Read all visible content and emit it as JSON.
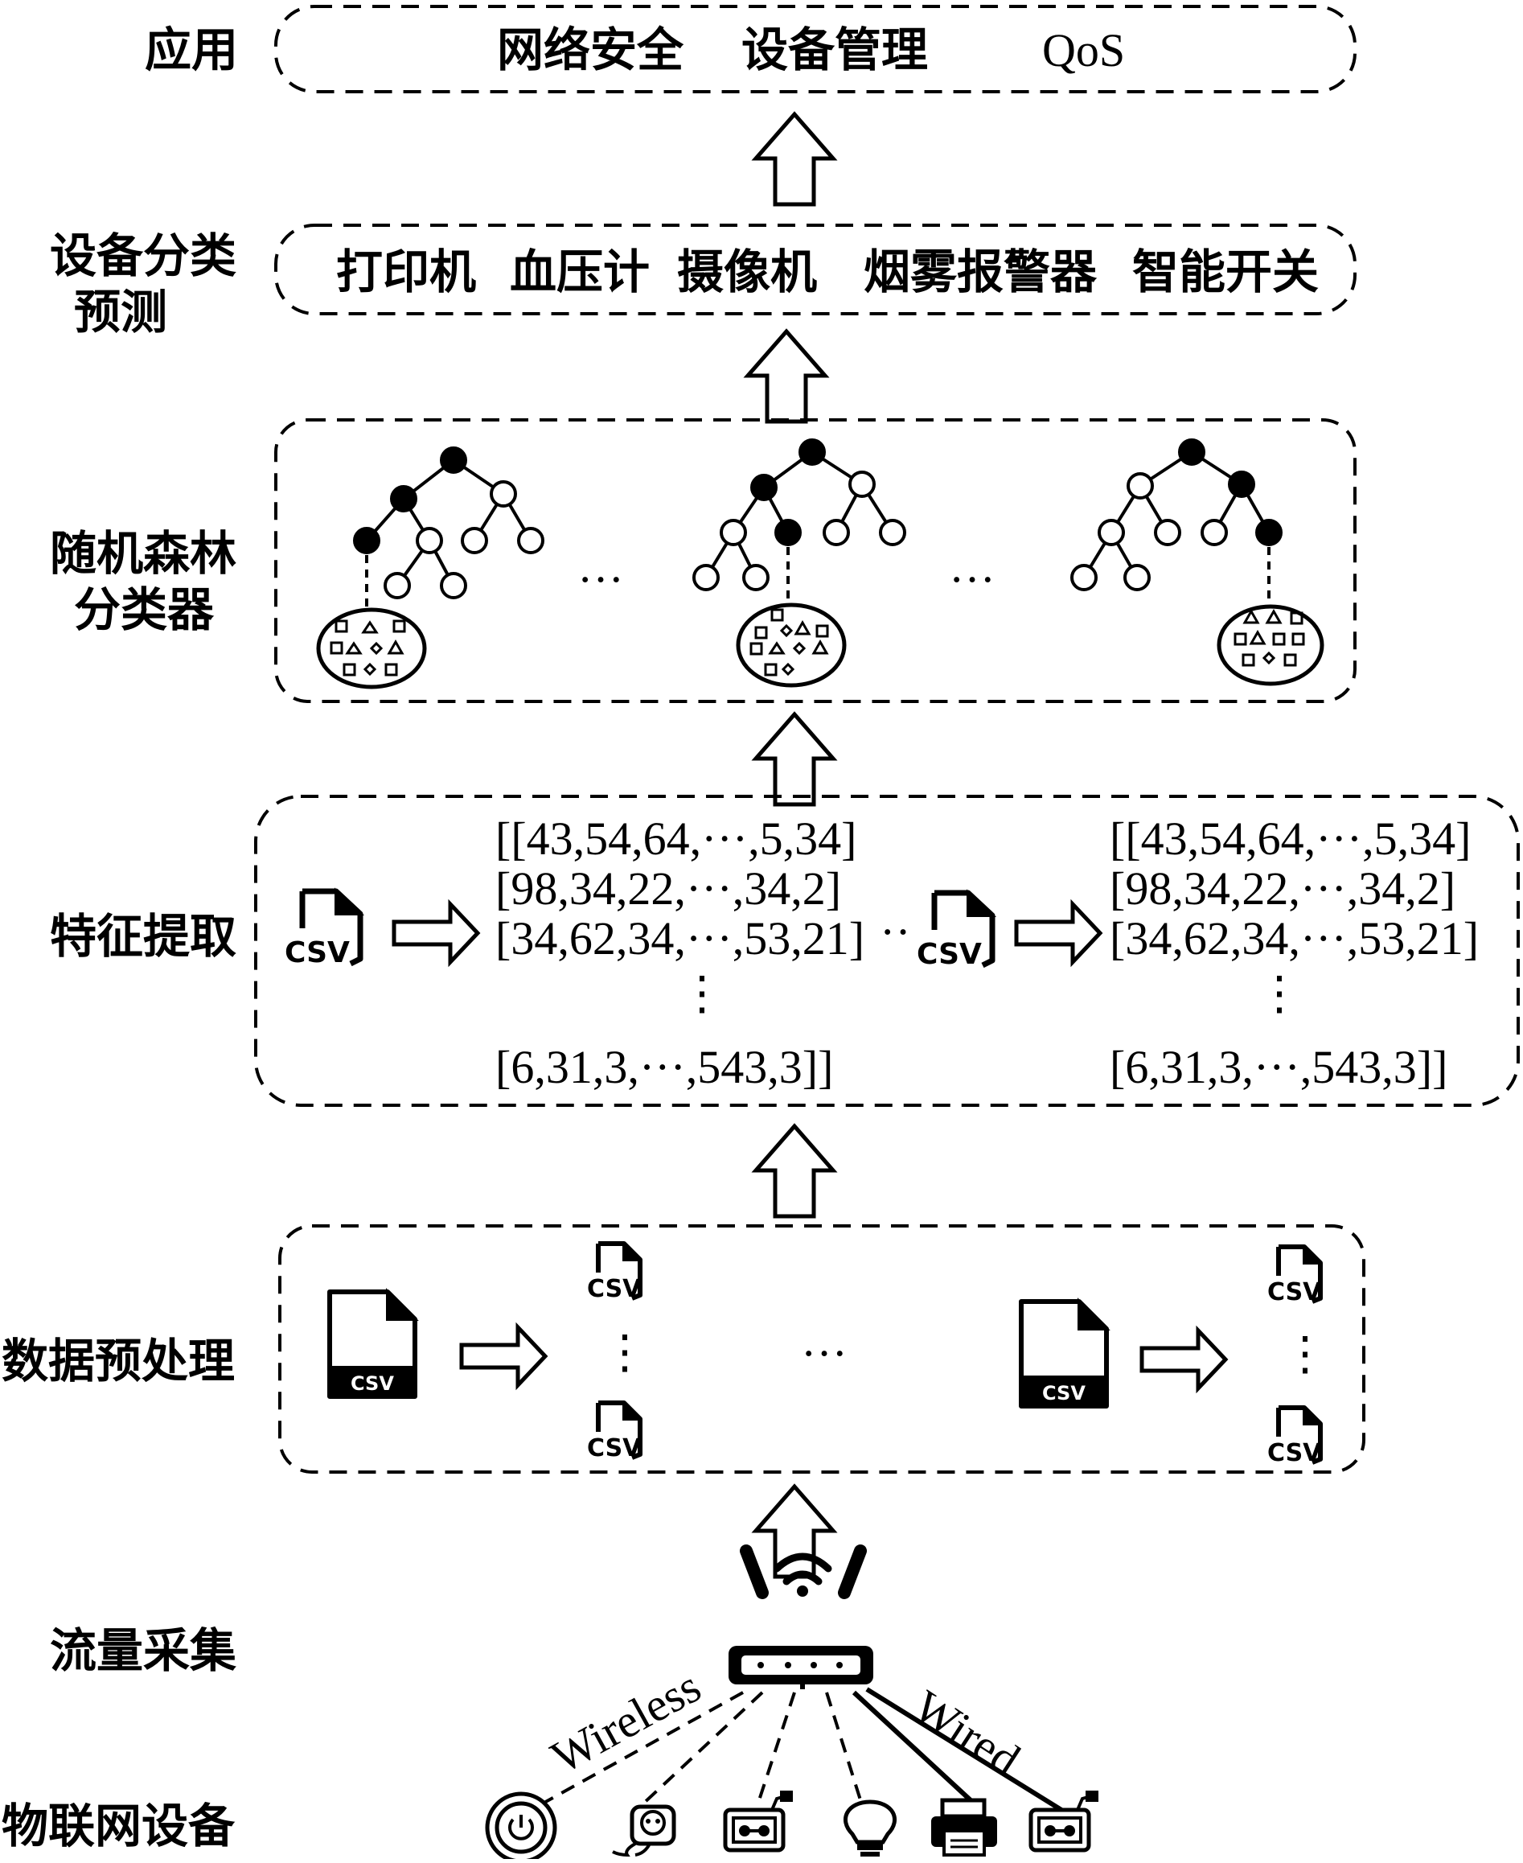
{
  "layers": {
    "application": {
      "label": "应用",
      "items": [
        "网络安全",
        "设备管理",
        "QoS"
      ]
    },
    "prediction": {
      "label_line1": "设备分类",
      "label_line2": "预测",
      "classes": [
        "打印机",
        "血压计",
        "摄像机",
        "烟雾报警器",
        "智能开关"
      ]
    },
    "random_forest": {
      "label_line1": "随机森林",
      "label_line2": "分类器",
      "ellipsis": "···"
    },
    "feature_extraction": {
      "label": "特征提取",
      "csv_text": "CSV",
      "matrix_rows": [
        "[[43,54,64,···,5,34]",
        "[98,34,22,···,34,2]",
        "[34,62,34,···,53,21]",
        "[6,31,3,···,543,3]]"
      ],
      "vertical_dots": "⋮",
      "between_dots": "··"
    },
    "preprocessing": {
      "label": "数据预处理",
      "csv_text": "CSV",
      "ellipsis": "···",
      "vertical_dots": "⋮"
    },
    "collection": {
      "label": "流量采集"
    },
    "devices": {
      "label": "物联网设备",
      "wireless_label": "Wireless",
      "wired_label": "Wired",
      "icons": [
        "power-icon",
        "smart-plug-icon",
        "camera-icon",
        "light-bulb-icon",
        "printer-icon",
        "video-camera-icon"
      ]
    }
  }
}
